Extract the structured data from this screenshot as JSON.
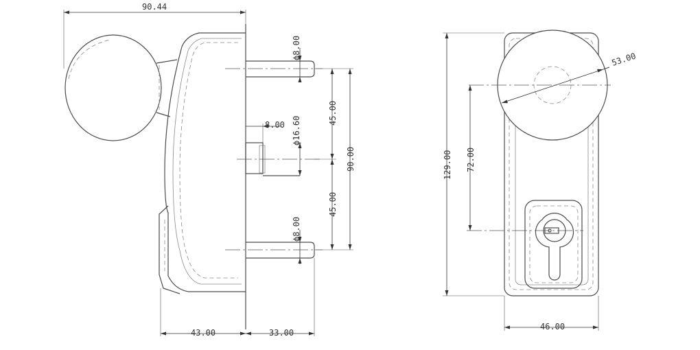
{
  "side_view": {
    "overall_width": "90.44",
    "pin_top_diameter": "ϕ8.00",
    "spindle_length": "8.00",
    "spindle_diameter": "ϕ16.60",
    "upper_spacing": "45.00",
    "total_spacing": "90.00",
    "lower_spacing": "45.00",
    "pin_bottom_diameter": "ϕ8.00",
    "body_depth": "43.00",
    "pin_length": "33.00"
  },
  "front_view": {
    "knob_diameter": "53.00",
    "overall_height": "129.00",
    "center_distance": "72.00",
    "plate_width": "46.00"
  }
}
